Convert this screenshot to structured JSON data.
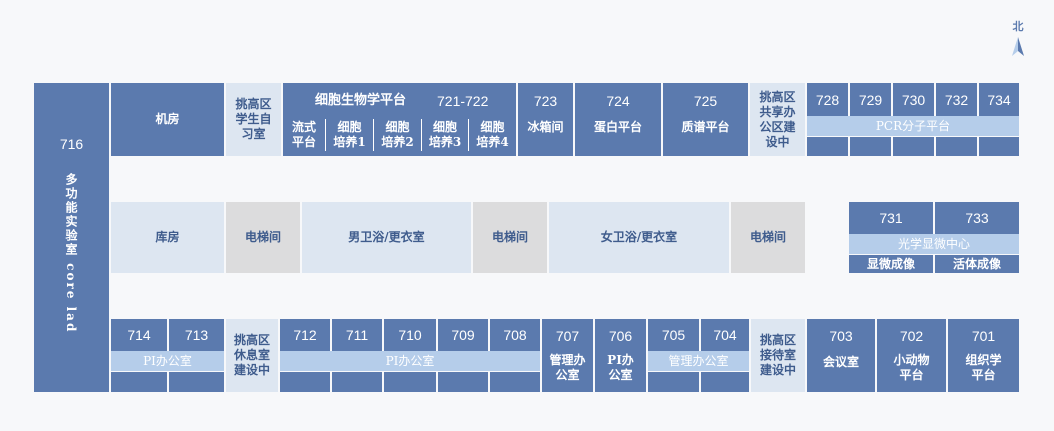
{
  "north": "北",
  "rooms": {
    "r716": {
      "num": "716",
      "label": "多功能实验室 core lad"
    },
    "machine": "机房",
    "atrium_study": "挑高区\n学生自\n习室",
    "cell_bio": {
      "title": "细胞生物学平台",
      "nums": "721-722",
      "subs": [
        "流式\n平台",
        "细胞\n培养1",
        "细胞\n培养2",
        "细胞\n培养3",
        "细胞\n培养4"
      ]
    },
    "r723": {
      "num": "723",
      "label": "冰箱间"
    },
    "r724": {
      "num": "724",
      "label": "蛋白平台"
    },
    "r725": {
      "num": "725",
      "label": "质谱平台"
    },
    "atrium_office": "挑高区\n共享办\n公区建\n设中",
    "pcr_nums": [
      "728",
      "729",
      "730",
      "732",
      "734"
    ],
    "pcr_label": "PCR分子平台",
    "storage": "库房",
    "elevator": "电梯间",
    "men": "男卫浴/更衣室",
    "women": "女卫浴/更衣室",
    "optical_nums": [
      "731",
      "733"
    ],
    "optical_label": "光学显微中心",
    "optical_subs": [
      "显微成像",
      "活体成像"
    ],
    "bottom_pi_left_nums": [
      "714",
      "713"
    ],
    "pi_label": "PI办公室",
    "atrium_rest": "挑高区\n休息室\n建设中",
    "bottom_pi_mid_nums": [
      "712",
      "711",
      "710",
      "709",
      "708"
    ],
    "r707": {
      "num": "707",
      "label": "管理办\n公室"
    },
    "r706": {
      "num": "706",
      "label": "PI办\n公室"
    },
    "admin_nums": [
      "705",
      "704"
    ],
    "admin_label": "管理办公室",
    "atrium_reception": "挑高区\n接待室\n建设中",
    "r703": {
      "num": "703",
      "label": "会议室"
    },
    "r702": {
      "num": "702",
      "label": "小动物\n平台"
    },
    "r701": {
      "num": "701",
      "label": "组织学\n平台"
    }
  }
}
